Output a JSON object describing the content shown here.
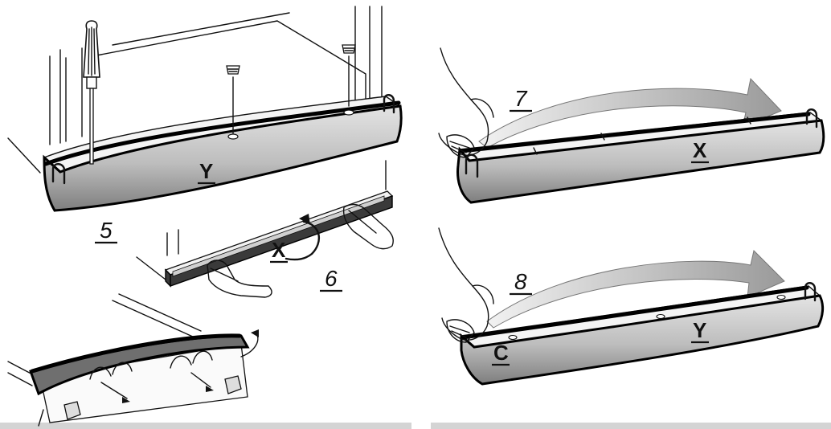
{
  "labels": {
    "step5": "5",
    "step6": "6",
    "step7": "7",
    "step8": "8",
    "y_top": "Y",
    "x_mid": "X",
    "x_right": "X",
    "y_right": "Y",
    "c_right": "C"
  },
  "colors": {
    "ink": "#111111",
    "fill_light": "#ececec",
    "fill_front": "#cfcfcf",
    "fill_dark": "#8a8a8a",
    "arrow_fill": "#c8c8c8",
    "frame_bar": "#cfcfcf"
  }
}
